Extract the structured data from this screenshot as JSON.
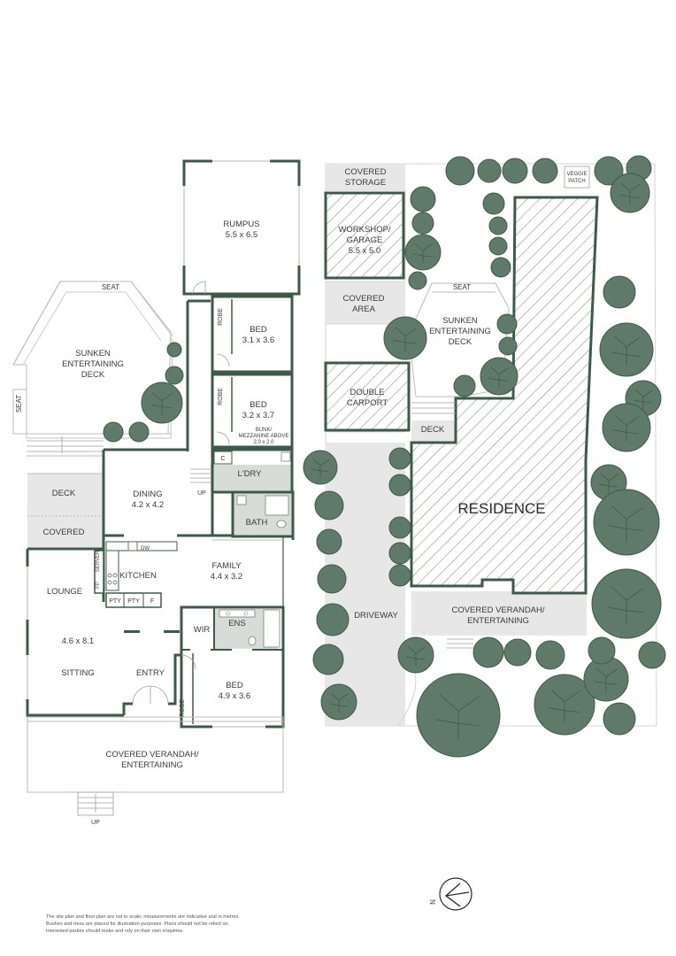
{
  "floor_plan": {
    "rumpus": {
      "name": "RUMPUS",
      "size": "5.5 x 6.5"
    },
    "bed1": {
      "name": "BED",
      "size": "3.1 x 3.6"
    },
    "bed2": {
      "name": "BED",
      "size": "3.2 x 3.7",
      "note1": "BUNK/",
      "note2": "MEZZANINE ABOVE",
      "note3": "2.0 x 2.0"
    },
    "robe": "ROBE",
    "seat": "SEAT",
    "sunken_deck": {
      "line1": "SUNKEN",
      "line2": "ENTERTAINING",
      "line3": "DECK"
    },
    "laundry": "L'DRY",
    "cupboard": "C",
    "up": "UP",
    "deck": "DECK",
    "dining": {
      "name": "DINING",
      "size": "4.2 x 4.2"
    },
    "bath": "BATH",
    "covered": "COVERED",
    "dw": "DW",
    "server": "SERVER",
    "fp": "FP",
    "kitchen": "KITCHEN",
    "family": {
      "name": "FAMILY",
      "size": "4.4 x 3.2"
    },
    "lounge": "LOUNGE",
    "pty": "PTY",
    "fridge": "F",
    "lounge_size": "4.6 x 8.1",
    "wir": "WIR",
    "ens": "ENS",
    "sitting": "SITTING",
    "entry": "ENTRY",
    "bed3": {
      "name": "BED",
      "size": "4.9 x 3.6"
    },
    "verandah": {
      "line1": "COVERED VERANDAH/",
      "line2": "ENTERTAINING"
    }
  },
  "site_plan": {
    "covered_storage": {
      "line1": "COVERED",
      "line2": "STORAGE"
    },
    "veggie_patch": {
      "line1": "VEGGIE",
      "line2": "PATCH"
    },
    "workshop": {
      "line1": "WORKSHOP/",
      "line2": "GARAGE",
      "size": "5.5 x 5.0"
    },
    "seat": "SEAT",
    "covered_area": {
      "line1": "COVERED",
      "line2": "AREA"
    },
    "sunken_deck": {
      "line1": "SUNKEN",
      "line2": "ENTERTAINING",
      "line3": "DECK"
    },
    "carport": {
      "line1": "DOUBLE",
      "line2": "CARPORT"
    },
    "deck": "DECK",
    "residence": "RESIDENCE",
    "driveway": "DRIVEWAY",
    "verandah": {
      "line1": "COVERED VERANDAH/",
      "line2": "ENTERTAINING"
    }
  },
  "compass": {
    "label": "N"
  },
  "disclaimer": [
    "The site plan and floor plan are not to scale; measurements are indicative and in metres.",
    "Bushes and tress are placed for illustration purposes. Plans should not be relied on.",
    "Interested parties should make and rely on their own enquiries."
  ],
  "colors": {
    "wall": "#3d5a47",
    "tree": "#5f7a68",
    "tree_outline": "#3e5a48",
    "paving": "#e6e7e6",
    "wet": "#d7dcd8",
    "lawn_line": "#c9cfcb"
  }
}
